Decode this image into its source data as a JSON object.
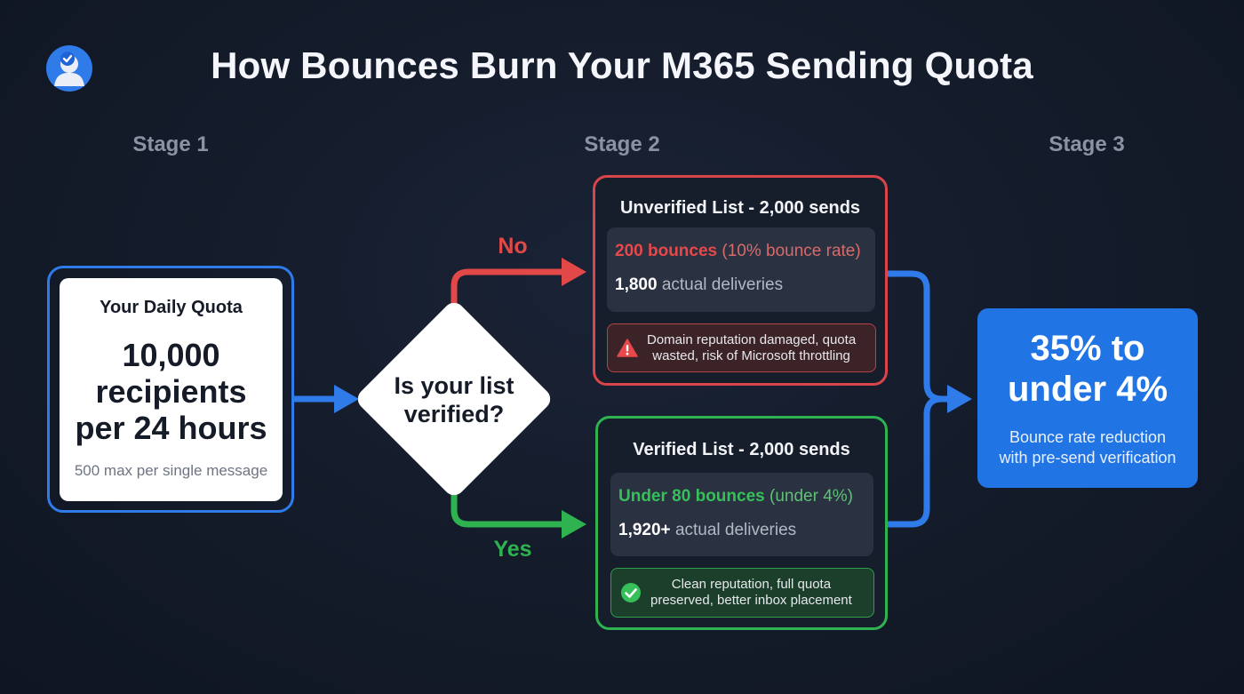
{
  "title": "How Bounces Burn Your M365 Sending Quota",
  "logo_icon": "verified-user-icon",
  "stages": [
    "Stage 1",
    "Stage 2",
    "Stage 3"
  ],
  "quota": {
    "heading": "Your Daily Quota",
    "big_lines": [
      "10,000",
      "recipients",
      "per 24 hours"
    ],
    "sub": "500 max per single message"
  },
  "decision": {
    "lines": [
      "Is your list",
      "verified?"
    ],
    "no_label": "No",
    "yes_label": "Yes"
  },
  "unverified": {
    "title": "Unverified List - 2,000 sends",
    "bounces_strong": "200 bounces",
    "bounces_soft": "(10% bounce rate)",
    "deliveries_strong": "1,800",
    "deliveries_soft": "actual deliveries",
    "warning_icon": "warning-icon",
    "warning_lines": [
      "Domain reputation damaged, quota",
      "wasted, risk of Microsoft throttling"
    ]
  },
  "verified": {
    "title": "Verified List - 2,000 sends",
    "bounces_strong": "Under 80 bounces",
    "bounces_soft": "(under 4%)",
    "deliveries_strong": "1,920+",
    "deliveries_soft": "actual deliveries",
    "check_icon": "check-circle-icon",
    "note_lines": [
      "Clean reputation, full quota",
      "preserved, better inbox placement"
    ]
  },
  "result": {
    "big_lines": [
      "35% to",
      "under 4%"
    ],
    "sub_lines": [
      "Bounce rate reduction",
      "with pre-send verification"
    ]
  },
  "colors": {
    "background": "#131a28",
    "blue": "#2f7bea",
    "red": "#e24848",
    "green": "#2fb350",
    "result_blue": "#2174e4"
  }
}
